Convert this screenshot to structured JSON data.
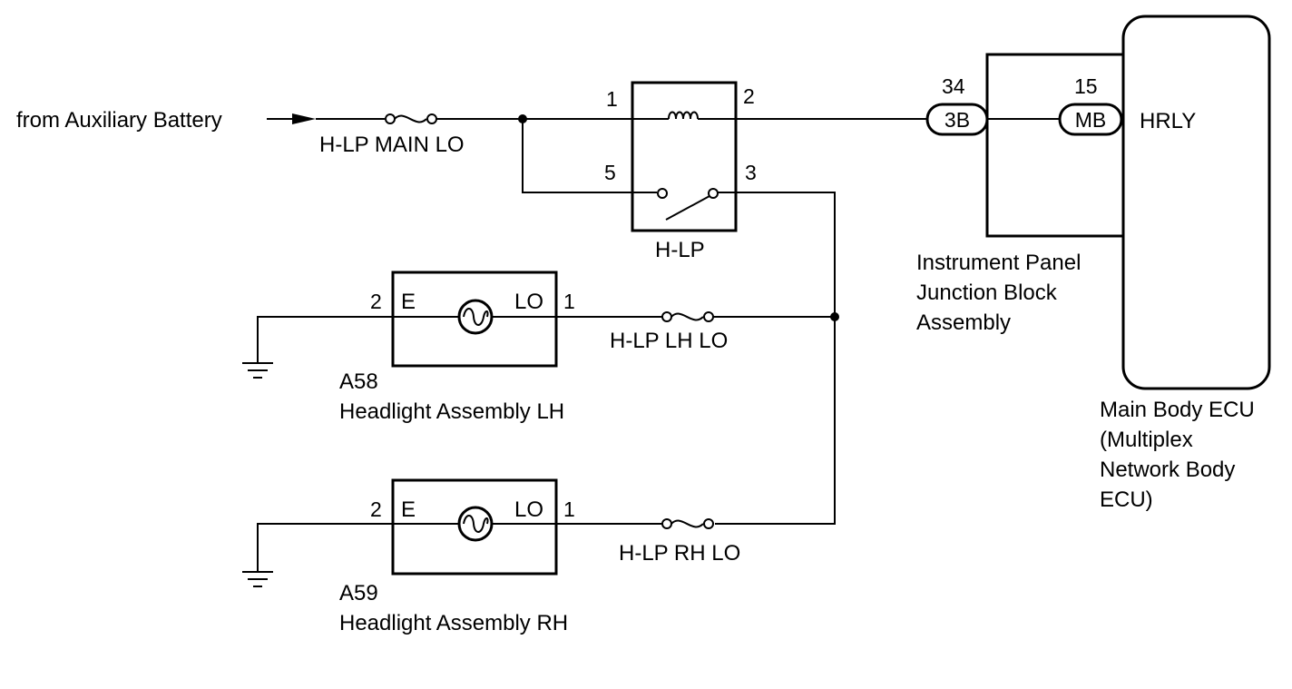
{
  "source": {
    "label": "from Auxiliary Battery"
  },
  "fuses": {
    "main": "H-LP MAIN LO",
    "lh": "H-LP LH LO",
    "rh": "H-LP RH LO"
  },
  "relay": {
    "name": "H-LP",
    "pins": {
      "p1": "1",
      "p2": "2",
      "p3": "3",
      "p5": "5"
    }
  },
  "junction_block": {
    "pin_number": "34",
    "connector": "3B",
    "label_line1": "Instrument Panel",
    "label_line2": "Junction Block",
    "label_line3": "Assembly"
  },
  "ecu": {
    "pin_number": "15",
    "connector": "MB",
    "terminal": "HRLY",
    "label_line1": "Main Body ECU",
    "label_line2": "(Multiplex",
    "label_line3": "Network Body",
    "label_line4": "ECU)"
  },
  "headlight_lh": {
    "code": "A58",
    "name": "Headlight Assembly LH",
    "pin_left": "2",
    "pin_right": "1",
    "term_left": "E",
    "term_right": "LO"
  },
  "headlight_rh": {
    "code": "A59",
    "name": "Headlight Assembly RH",
    "pin_left": "2",
    "pin_right": "1",
    "term_left": "E",
    "term_right": "LO"
  }
}
